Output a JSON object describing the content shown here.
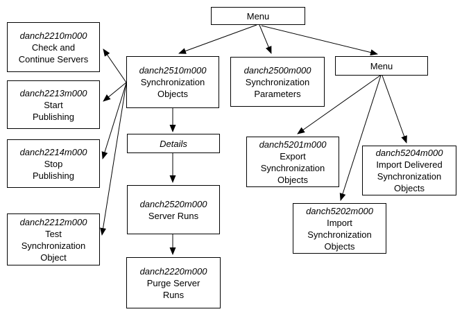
{
  "diagram": {
    "colors": {
      "box_border": "#000000",
      "box_fill": "#ffffff",
      "text": "#000000",
      "arrow": "#000000"
    },
    "nodes": [
      {
        "id": "menu-top",
        "label": "Menu"
      },
      {
        "id": "danch2210m000",
        "code": "danch2210m000",
        "label": "Check and\nContinue Servers"
      },
      {
        "id": "danch2213m000",
        "code": "danch2213m000",
        "label": "Start\nPublishing"
      },
      {
        "id": "danch2214m000",
        "code": "danch2214m000",
        "label": "Stop\nPublishing"
      },
      {
        "id": "danch2212m000",
        "code": "danch2212m000",
        "label": "Test\nSynchronization\nObject"
      },
      {
        "id": "danch2510m000",
        "code": "danch2510m000",
        "label": "Synchronization\nObjects"
      },
      {
        "id": "details",
        "label": "Details"
      },
      {
        "id": "danch2520m000",
        "code": "danch2520m000",
        "label": "Server Runs"
      },
      {
        "id": "danch2220m000",
        "code": "danch2220m000",
        "label": "Purge Server\nRuns"
      },
      {
        "id": "danch2500m000",
        "code": "danch2500m000",
        "label": "Synchronization\nParameters"
      },
      {
        "id": "menu-right",
        "label": "Menu"
      },
      {
        "id": "danch5201m000",
        "code": "danch5201m000",
        "label": "Export\nSynchronization\nObjects"
      },
      {
        "id": "danch5202m000",
        "code": "danch5202m000",
        "label": "Import\nSynchronization\nObjects"
      },
      {
        "id": "danch5204m000",
        "code": "danch5204m000",
        "label": "Import Delivered\nSynchronization\nObjects"
      }
    ],
    "edges": [
      {
        "from": "menu-top",
        "to": "danch2510m000"
      },
      {
        "from": "menu-top",
        "to": "danch2500m000"
      },
      {
        "from": "menu-top",
        "to": "menu-right"
      },
      {
        "from": "danch2510m000",
        "to": "danch2210m000"
      },
      {
        "from": "danch2510m000",
        "to": "danch2213m000"
      },
      {
        "from": "danch2510m000",
        "to": "danch2214m000"
      },
      {
        "from": "danch2510m000",
        "to": "danch2212m000"
      },
      {
        "from": "danch2510m000",
        "to": "details"
      },
      {
        "from": "details",
        "to": "danch2520m000"
      },
      {
        "from": "danch2520m000",
        "to": "danch2220m000"
      },
      {
        "from": "menu-right",
        "to": "danch5201m000"
      },
      {
        "from": "menu-right",
        "to": "danch5202m000"
      },
      {
        "from": "menu-right",
        "to": "danch5204m000"
      }
    ]
  }
}
